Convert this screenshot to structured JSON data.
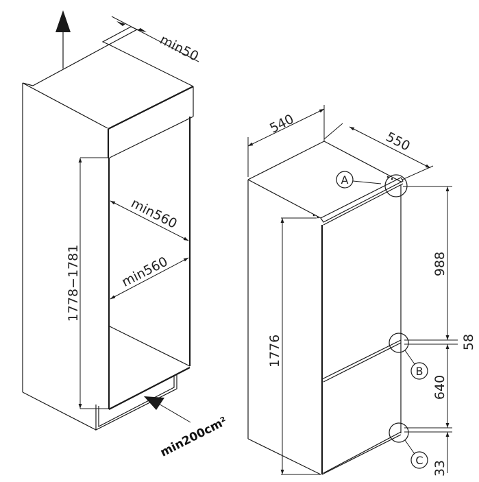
{
  "niche": {
    "top_clearance": "min50",
    "height": "1778−1781",
    "width_upper": "min560",
    "width_lower": "min560",
    "vent_area": "min200cm²"
  },
  "appliance": {
    "width": "540",
    "depth": "550",
    "height": "1776",
    "upper_door": "988",
    "gap": "58",
    "lower_door": "640",
    "bottom": "33",
    "detail_labels": [
      "A",
      "B",
      "C"
    ]
  }
}
